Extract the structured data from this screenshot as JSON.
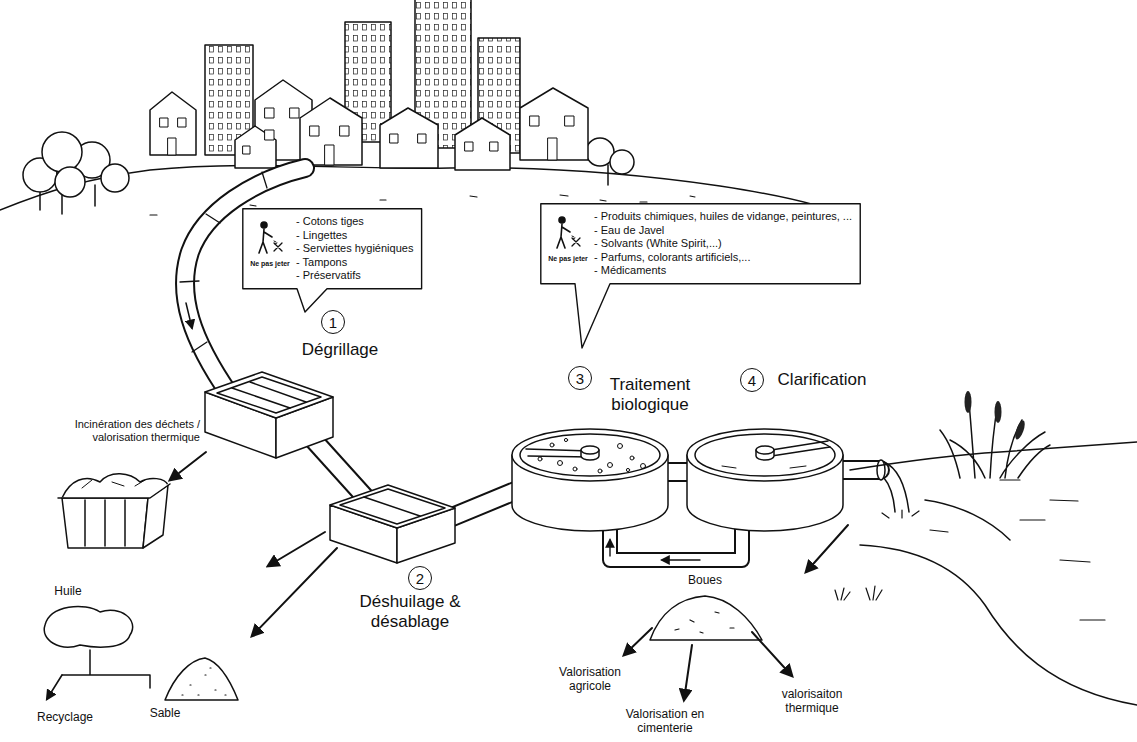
{
  "diagram": {
    "nodes": [
      {
        "text": [
          "Ne pas jeter",
          "- Cotons tiges",
          "- Lingettes",
          "- Serviettes hygiéniques",
          "- Tampons",
          "- Préservatifs"
        ]
      },
      {
        "text": [
          "Ne pas jeter",
          "- Produits chimiques, huiles de vidange, peintures, ...",
          "- Eau de Javel",
          "- Solvants (White Spirit,...)",
          "- Parfums, colorants artificiels,...",
          "- Médicaments"
        ]
      }
    ],
    "labels": [
      "1",
      "Dégrillage",
      "2",
      "Déshuilage & désablage",
      "3",
      "Traitement biologique",
      "4",
      "Clarification",
      "Incinération des déchets / valorisation thermique",
      "Huile",
      "Sable",
      "Recyclage",
      "Boues",
      "Valorisation agricole",
      "Valorisation en cimenterie",
      "valorisaiton thermique"
    ]
  }
}
